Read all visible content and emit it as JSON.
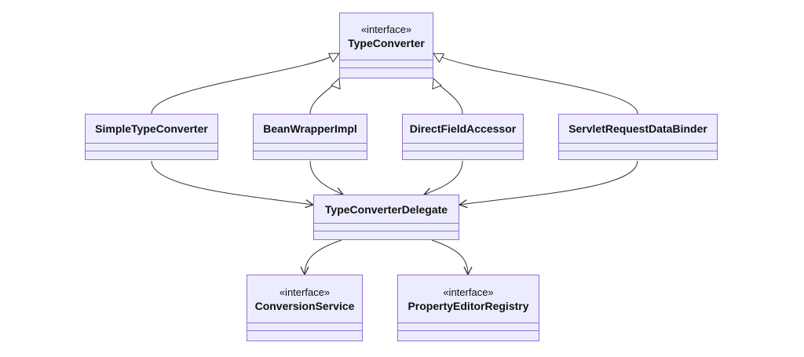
{
  "diagram": {
    "colors": {
      "fill": "#ececff",
      "stroke": "#9370db",
      "edge": "#333333",
      "text": "#111111"
    },
    "classes": [
      {
        "id": "typeconverter",
        "stereotype": "«interface»",
        "name": "TypeConverter"
      },
      {
        "id": "simpletypeconverter",
        "stereotype": "",
        "name": "SimpleTypeConverter"
      },
      {
        "id": "beanwrapperimpl",
        "stereotype": "",
        "name": "BeanWrapperImpl"
      },
      {
        "id": "directfieldaccessor",
        "stereotype": "",
        "name": "DirectFieldAccessor"
      },
      {
        "id": "servletrequestdatabinder",
        "stereotype": "",
        "name": "ServletRequestDataBinder"
      },
      {
        "id": "typeconverterdelegate",
        "stereotype": "",
        "name": "TypeConverterDelegate"
      },
      {
        "id": "conversionservice",
        "stereotype": "«interface»",
        "name": "ConversionService"
      },
      {
        "id": "propertyeditorregistry",
        "stereotype": "«interface»",
        "name": "PropertyEditorRegistry"
      }
    ],
    "relations": [
      {
        "from": "simpletypeconverter",
        "to": "typeconverter",
        "kind": "realization"
      },
      {
        "from": "beanwrapperimpl",
        "to": "typeconverter",
        "kind": "realization"
      },
      {
        "from": "directfieldaccessor",
        "to": "typeconverter",
        "kind": "realization"
      },
      {
        "from": "servletrequestdatabinder",
        "to": "typeconverter",
        "kind": "realization"
      },
      {
        "from": "simpletypeconverter",
        "to": "typeconverterdelegate",
        "kind": "association"
      },
      {
        "from": "beanwrapperimpl",
        "to": "typeconverterdelegate",
        "kind": "association"
      },
      {
        "from": "directfieldaccessor",
        "to": "typeconverterdelegate",
        "kind": "association"
      },
      {
        "from": "servletrequestdatabinder",
        "to": "typeconverterdelegate",
        "kind": "association"
      },
      {
        "from": "typeconverterdelegate",
        "to": "conversionservice",
        "kind": "association"
      },
      {
        "from": "typeconverterdelegate",
        "to": "propertyeditorregistry",
        "kind": "association"
      }
    ]
  }
}
